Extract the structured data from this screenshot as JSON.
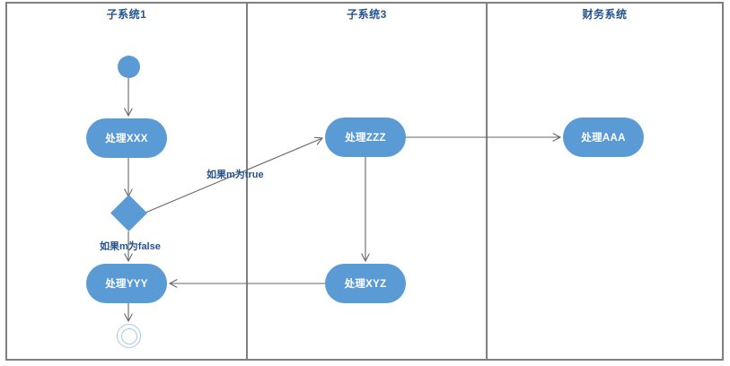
{
  "diagram": {
    "type": "uml-activity-diagram",
    "lanes": [
      {
        "title": "子系统1"
      },
      {
        "title": "子系统3"
      },
      {
        "title": "财务系统"
      }
    ],
    "nodes": {
      "start": "start",
      "xxx": "处理XXX",
      "decision": "decision",
      "yyy": "处理YYY",
      "end": "end",
      "zzz": "处理ZZZ",
      "xyz": "处理XYZ",
      "aaa": "处理AAA"
    },
    "edge_labels": {
      "true_branch": "如果m为true",
      "false_branch": "如果m为false"
    },
    "edges": [
      {
        "from": "start",
        "to": "处理XXX"
      },
      {
        "from": "处理XXX",
        "to": "decision"
      },
      {
        "from": "decision",
        "to": "处理ZZZ",
        "label": "如果m为true"
      },
      {
        "from": "decision",
        "to": "处理YYY",
        "label": "如果m为false"
      },
      {
        "from": "处理ZZZ",
        "to": "处理AAA"
      },
      {
        "from": "处理ZZZ",
        "to": "处理XYZ"
      },
      {
        "from": "处理XYZ",
        "to": "处理YYY"
      },
      {
        "from": "处理YYY",
        "to": "end"
      }
    ],
    "colors": {
      "node_fill": "#5b9bd5",
      "node_text": "#ffffff",
      "title_text": "#24548e",
      "line": "#666666",
      "frame_border": "#7f7f7f",
      "end_node_stroke": "#a9c7e8"
    }
  }
}
